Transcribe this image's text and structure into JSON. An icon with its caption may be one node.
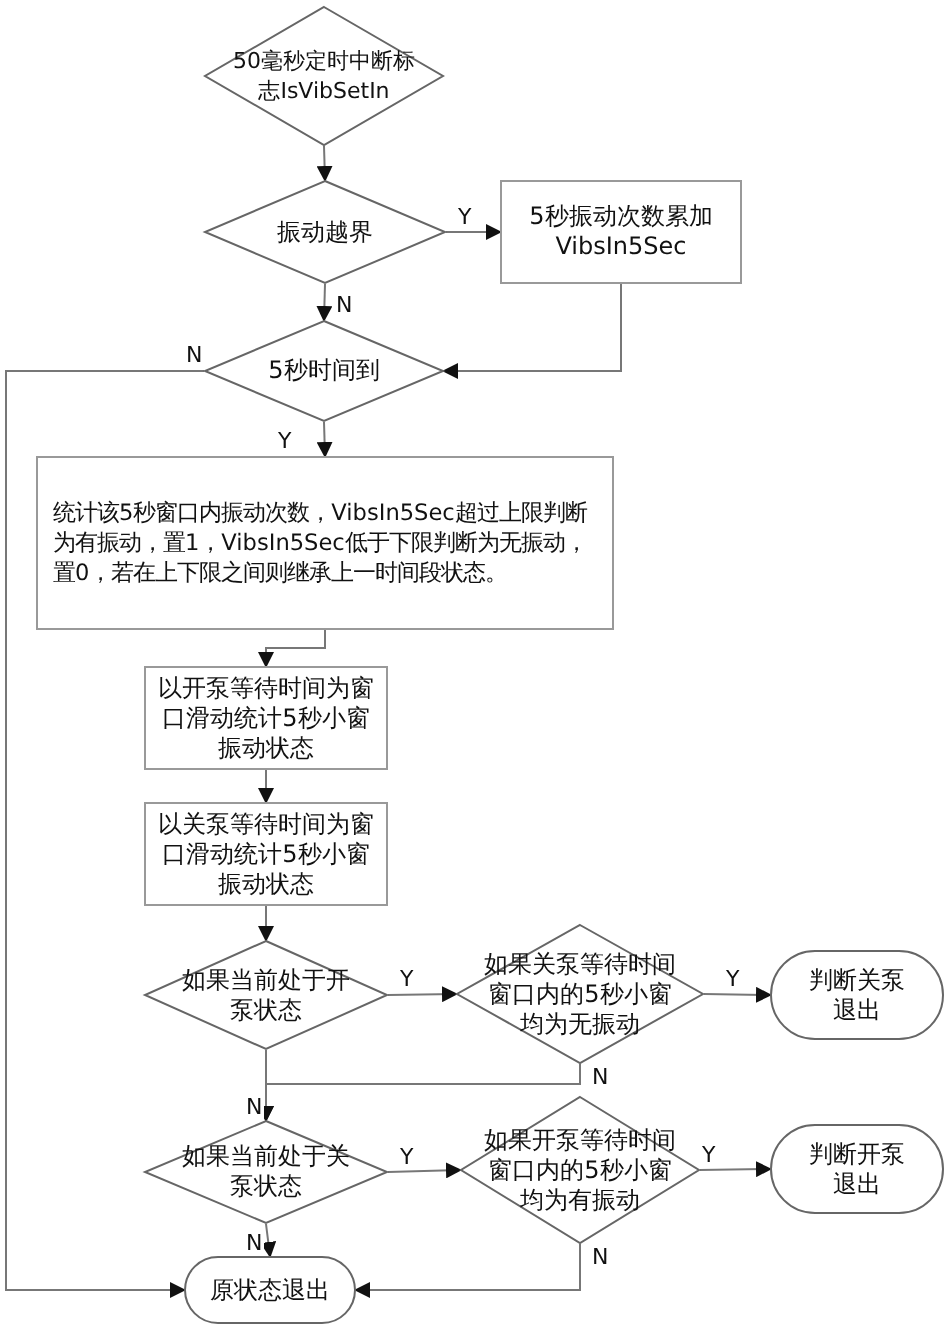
{
  "diagram": {
    "nodes": [
      {
        "text": [
          "50毫秒定时中断标志IsVibSetIn"
        ]
      },
      {
        "text": [
          "振动越界"
        ]
      },
      {
        "text": [
          "5秒振动次数累加VibsIn5Sec"
        ]
      },
      {
        "text": [
          "5秒时间到"
        ]
      },
      {
        "text": [
          "统计该5秒窗口内振动次数，VibsIn5Sec超过上限判断为有振动，置1，VibsIn5Sec低于下限判断为无振动，置0，若在上下限之间则继承上一时间段状态。"
        ]
      },
      {
        "text": [
          "以开泵等待时间为窗口滑动统计5秒小窗振动状态"
        ]
      },
      {
        "text": [
          "以关泵等待时间为窗口滑动统计5秒小窗振动状态"
        ]
      },
      {
        "text": [
          "如果当前处于开泵状态"
        ]
      },
      {
        "text": [
          "如果关泵等待时间窗口内的5秒小窗均为无振动"
        ]
      },
      {
        "text": [
          "判断关泵退出"
        ]
      },
      {
        "text": [
          "如果当前处于关泵状态"
        ]
      },
      {
        "text": [
          "如果开泵等待时间窗口内的5秒小窗均为有振动"
        ]
      },
      {
        "text": [
          "判断开泵退出"
        ]
      },
      {
        "text": [
          "原状态退出"
        ]
      }
    ],
    "edges": [
      {
        "from": 0,
        "to": 1,
        "arrow": "to"
      },
      {
        "from": 1,
        "to": 2,
        "arrow": "to",
        "label": "Y"
      },
      {
        "from": 1,
        "to": 3,
        "arrow": "to",
        "label": "N"
      },
      {
        "from": 2,
        "to": 3,
        "arrow": "to"
      },
      {
        "from": 3,
        "to": 4,
        "arrow": "to",
        "label": "Y"
      },
      {
        "from": 3,
        "to": 13,
        "arrow": "to",
        "label": "N"
      },
      {
        "from": 4,
        "to": 5,
        "arrow": "to"
      },
      {
        "from": 5,
        "to": 6,
        "arrow": "to"
      },
      {
        "from": 6,
        "to": 7,
        "arrow": "to"
      },
      {
        "from": 7,
        "to": 8,
        "arrow": "to",
        "label": "Y"
      },
      {
        "from": 8,
        "to": 9,
        "arrow": "to",
        "label": "Y"
      },
      {
        "from": 7,
        "to": 10,
        "arrow": "to",
        "label": "N"
      },
      {
        "from": 8,
        "to": 10,
        "arrow": "to",
        "label": "N"
      },
      {
        "from": 10,
        "to": 11,
        "arrow": "to",
        "label": "Y"
      },
      {
        "from": 11,
        "to": 12,
        "arrow": "to",
        "label": "Y"
      },
      {
        "from": 10,
        "to": 13,
        "arrow": "to",
        "label": "N"
      },
      {
        "from": 11,
        "to": 13,
        "arrow": "to",
        "label": "N"
      }
    ]
  }
}
